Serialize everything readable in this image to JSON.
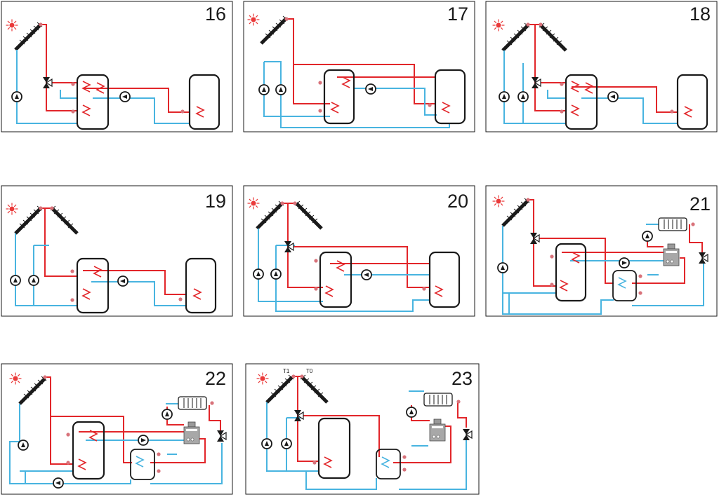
{
  "colors": {
    "hot_line": "#e2262a",
    "cold_line": "#48b4e0",
    "tank_outline": "#1a1a1a",
    "sensor": "#d8727a",
    "sun": "#ea3a3a",
    "background": "#ffffff"
  },
  "icons": [
    "sun-icon",
    "solar-collector-icon",
    "pump-icon",
    "three-way-valve-icon",
    "heat-exchanger-coil-icon",
    "radiator-icon",
    "boiler-icon",
    "temperature-sensor-icon"
  ],
  "panels": [
    {
      "id": "16",
      "number": "16"
    },
    {
      "id": "17",
      "number": "17"
    },
    {
      "id": "18",
      "number": "18"
    },
    {
      "id": "19",
      "number": "19"
    },
    {
      "id": "20",
      "number": "20"
    },
    {
      "id": "21",
      "number": "21"
    },
    {
      "id": "22",
      "number": "22"
    },
    {
      "id": "23",
      "number": "23",
      "collector_labels": [
        "T1",
        "T0"
      ]
    }
  ]
}
